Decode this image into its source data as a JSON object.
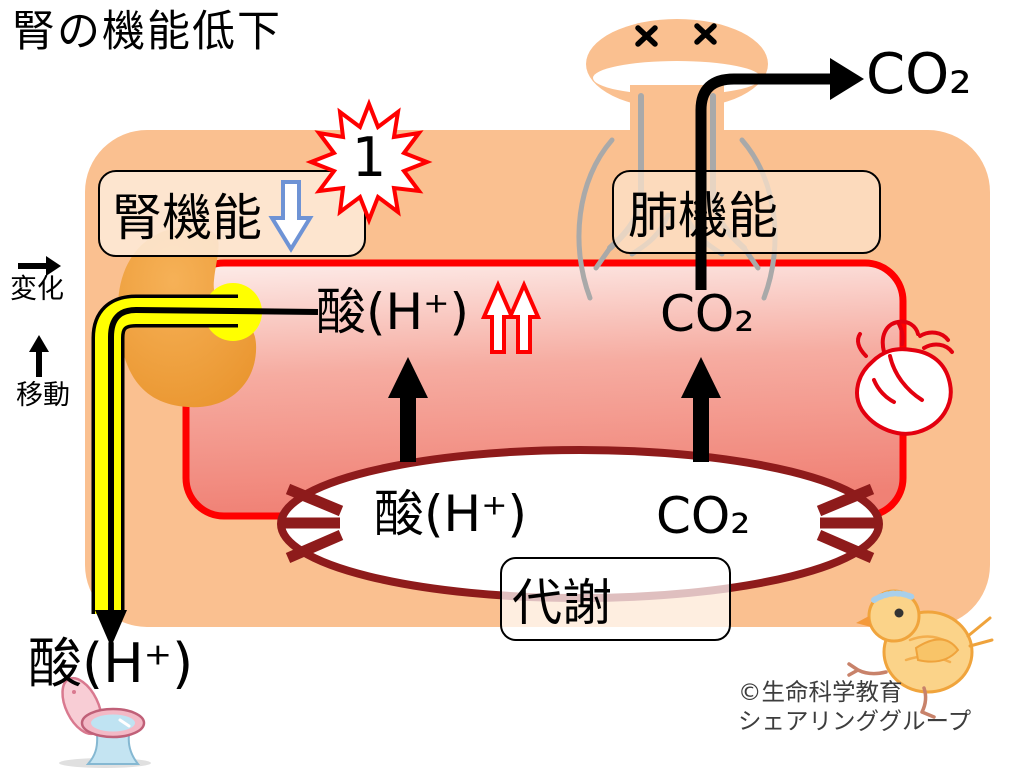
{
  "slide": {
    "title": "腎の機能低下",
    "step_badge": "1",
    "legend": {
      "change": "変化",
      "move": "移動"
    },
    "kidney_label": "腎機能",
    "lung_label": "肺機能",
    "metabolism_label": "代謝",
    "blood": {
      "acid": "酸(H⁺)",
      "co2": "CO₂"
    },
    "metabolism_products": {
      "acid": "酸(H⁺)",
      "co2": "CO₂"
    },
    "exhaled_co2": "CO₂",
    "excreted_acid": "酸(H⁺)",
    "copyright_line1": "©生命科学教育",
    "copyright_line2": "シェアリンググループ",
    "colors": {
      "body_skin": "#FAC090",
      "blood_border": "#FF0000",
      "blood_fill_top": "#FDEDEA",
      "blood_fill_bottom": "#F08175",
      "metabolism_border": "#8E1B1B",
      "kidney": "#EF9D2E",
      "urine_tube": "#FFFF00",
      "kidney_down_arrow": "#6E93D5",
      "acid_up_arrows": "#FF0000",
      "heart_outline": "#E3000F",
      "bronchial_tree": "#A9A9A9"
    }
  }
}
